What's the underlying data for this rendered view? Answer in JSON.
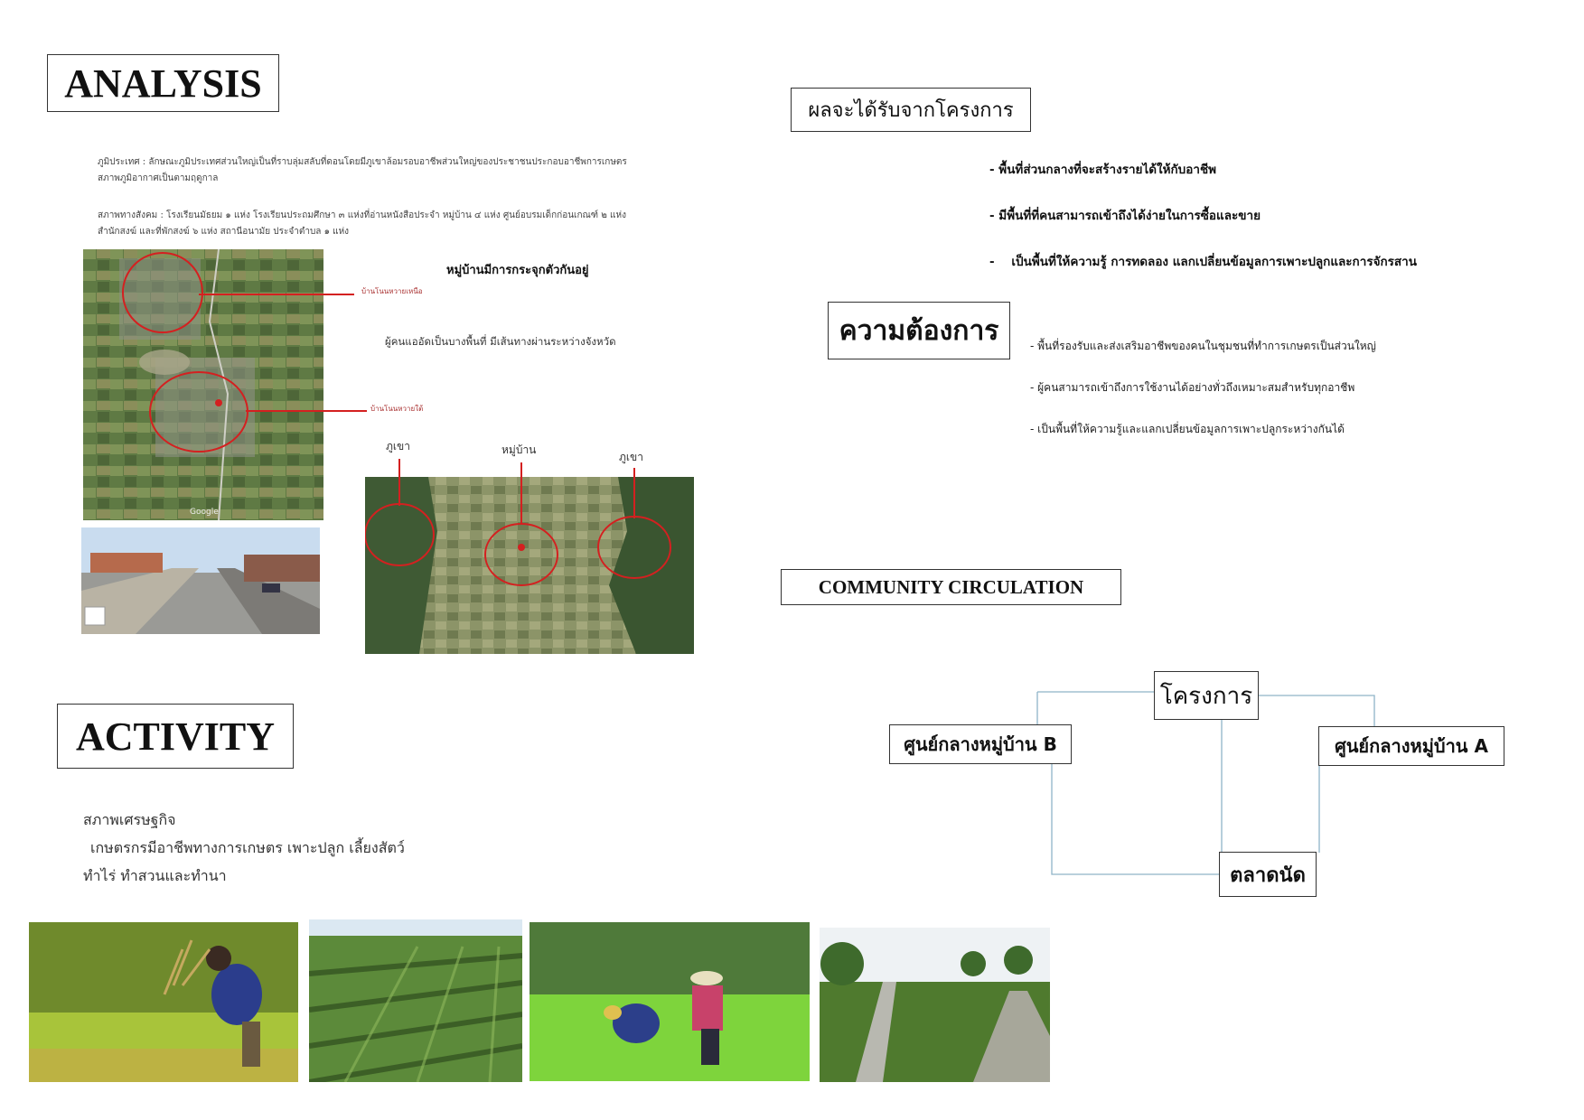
{
  "analysis": {
    "title": "ANALYSIS",
    "geo_line1": "ภูมิประเทศ : ลักษณะภูมิประเทศส่วนใหญ่เป็นที่ราบลุ่มสลับที่ดอนโดยมีภูเขาล้อมรอบอาชีพส่วนใหญ่ของประชาชนประกอบอาชีพการเกษตร",
    "geo_line2": "สภาพภูมิอากาศเป็นตามฤดูกาล",
    "soc_line1": "สภาพทางสังคม : โรงเรียนมัธยม ๑ แห่ง โรงเรียนประถมศึกษา ๓ แห่งที่อ่านหนังสือประจำ หมู่บ้าน ๔ แห่ง ศูนย์อบรมเด็กก่อนเกณฑ์ ๒ แห่ง",
    "soc_line2": "สำนักสงฆ์ และที่พักสงฆ์ ๖ แห่ง สถานีอนามัย ประจำตำบล ๑ แห่ง",
    "village_note": "หมู่บ้านมีการกระจุกตัวกันอยู่",
    "road_note": "ผู้คนแออัดเป็นบางพื้นที่ มีเส้นทางผ่านระหว่างจังหวัด",
    "north_label": "บ้านโนนหวายเหนือ",
    "south_label": "บ้านโนนหวายใต้",
    "map_brand": "Google",
    "mountain_left": "ภูเขา",
    "village_label": "หมู่บ้าน",
    "mountain_right": "ภูเขา"
  },
  "benefits": {
    "title": "ผลจะได้รับจากโครงการ",
    "items": [
      "- พื้นที่ส่วนกลางที่จะสร้างรายได้ให้กับอาชีพ",
      "- มีพื้นที่ที่คนสามารถเข้าถึงได้ง่ายในการซื้อและขาย",
      "-    เป็นพื้นที่ให้ความรู้ การทดลอง แลกเปลี่ยนข้อมูลการเพาะปลูกและการจักรสาน"
    ]
  },
  "needs": {
    "title": "ความต้องการ",
    "items": [
      "- พื้นที่รองรับและส่งเสริมอาชีพของคนในชุมชนที่ทำการเกษตรเป็นส่วนใหญ่",
      "- ผู้คนสามารถเข้าถึงการใช้งานได้อย่างทั่วถึงเหมาะสมสำหรับทุกอาชีพ",
      "- เป็นพื้นที่ให้ความรู้และแลกเปลี่ยนข้อมูลการเพาะปลูกระหว่างกันได้"
    ]
  },
  "circulation": {
    "title": "COMMUNITY CIRCULATION",
    "project": "โครงการ",
    "center_b": "ศูนย์กลางหมู่บ้าน B",
    "center_a": "ศูนย์กลางหมู่บ้าน A",
    "market": "ตลาดนัด"
  },
  "activity": {
    "title": "ACTIVITY",
    "line1": "สภาพเศรษฐกิจ",
    "line2": "เกษตรกรมีอาชีพทางการเกษตร เพาะปลูก เลี้ยงสัตว์",
    "line3": "ทำไร่ ทำสวนและทำนา"
  },
  "colors": {
    "accent_red": "#d42020",
    "border": "#333333",
    "line_blue": "#8fb3c8"
  }
}
